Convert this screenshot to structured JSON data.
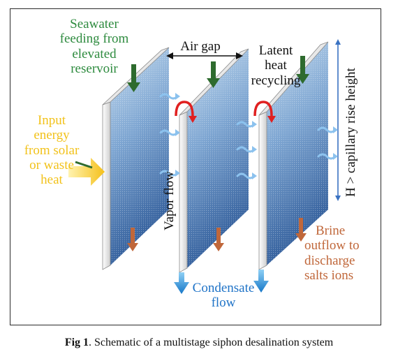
{
  "labels": {
    "seawater": [
      "Seawater",
      "feeding from",
      "elevated",
      "reservoir"
    ],
    "input_energy": [
      "Input",
      "energy",
      "from solar",
      "or waste",
      "heat"
    ],
    "air_gap": "Air gap",
    "latent_heat": [
      "Latent",
      "heat",
      "recycling"
    ],
    "vapor_flow": "Vapor flow",
    "capillary": "H > capillary rise height",
    "brine": [
      "Brine",
      "outflow to",
      "discharge",
      "salts ions"
    ],
    "condensate": [
      "Condensate",
      "flow"
    ]
  },
  "caption": {
    "prefix": "Fig 1",
    "text": ". Schematic of a multistage siphon desalination system"
  },
  "colors": {
    "seawater_arrow": "#2e6b2e",
    "input_energy": "#f2c21b",
    "brine_arrow": "#c0673a",
    "condensate_arrow": "#1f8fd6",
    "recycle_arrow": "#e02020",
    "panel_gradient_top": "#b9d3ea",
    "panel_gradient_bottom": "#2f5f9e",
    "capillary_line": "#3a72c2"
  }
}
